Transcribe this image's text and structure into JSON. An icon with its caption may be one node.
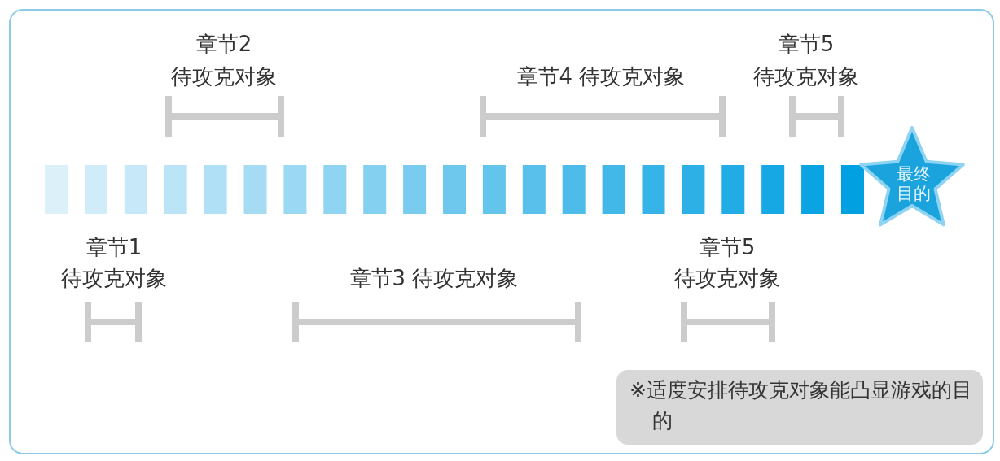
{
  "diagram": {
    "nodes": [
      {
        "text": [
          "最终目的"
        ]
      },
      {
        "text": [
          "※适度安排待攻克对象能凸显游戏的目的"
        ]
      }
    ],
    "edges": [],
    "labels": [
      "章节2",
      "待攻克对象",
      "章节4 待攻克对象",
      "章节5",
      "待攻克对象",
      "章节1",
      "待攻克对象",
      "章节3 待攻克对象",
      "章节5",
      "待攻克对象"
    ]
  }
}
